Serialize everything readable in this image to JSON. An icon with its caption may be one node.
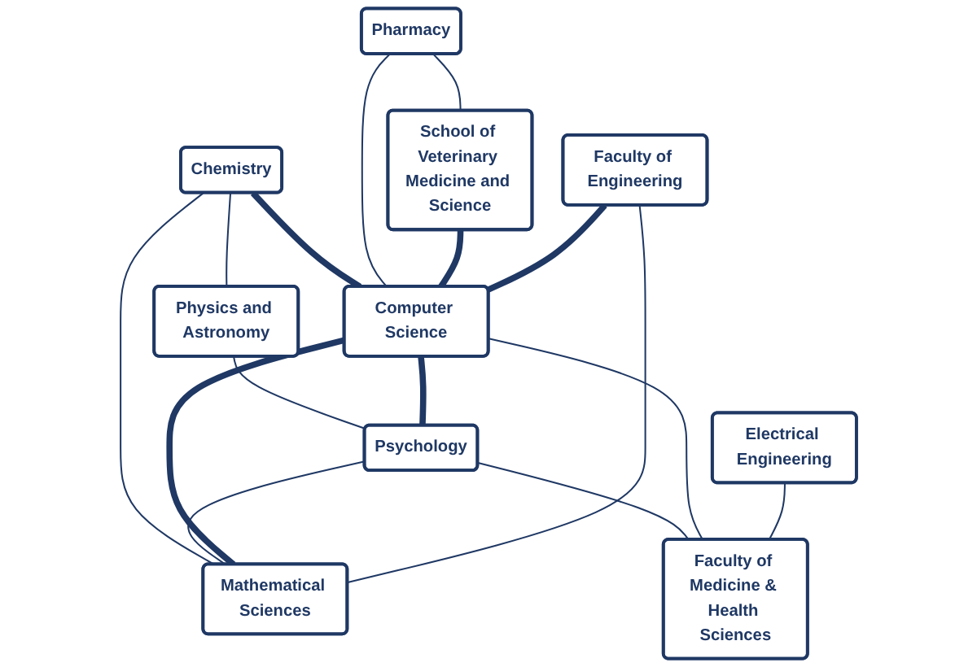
{
  "diagram": {
    "nodes": [
      {
        "text": [
          "Chemistry"
        ]
      },
      {
        "text": [
          "Pharmacy"
        ]
      },
      {
        "text": [
          "Physics and Astronomy"
        ]
      },
      {
        "text": [
          "School of Veterinary Medicine and Science"
        ]
      },
      {
        "text": [
          "Psychology"
        ]
      },
      {
        "text": [
          "Computer Science"
        ]
      },
      {
        "text": [
          "Faculty of Engineering"
        ]
      },
      {
        "text": [
          "Mathematical Sciences"
        ]
      },
      {
        "text": [
          "Electrical Engineering"
        ]
      },
      {
        "text": [
          "Faculty of Medicine & Health Sciences"
        ]
      }
    ],
    "edges": [
      {
        "from": 0,
        "to": 5,
        "arrow": "none",
        "style": "thick"
      },
      {
        "from": 0,
        "to": 2,
        "arrow": "none"
      },
      {
        "from": 0,
        "to": 7,
        "arrow": "none"
      },
      {
        "from": 1,
        "to": 3,
        "arrow": "none"
      },
      {
        "from": 1,
        "to": 5,
        "arrow": "none"
      },
      {
        "from": 2,
        "to": 4,
        "arrow": "none"
      },
      {
        "from": 3,
        "to": 5,
        "arrow": "none",
        "style": "thick"
      },
      {
        "from": 5,
        "to": 4,
        "arrow": "none",
        "style": "thick"
      },
      {
        "from": 4,
        "to": 7,
        "arrow": "none"
      },
      {
        "from": 4,
        "to": 9,
        "arrow": "none"
      },
      {
        "from": 6,
        "to": 5,
        "arrow": "none",
        "style": "thick"
      },
      {
        "from": 5,
        "to": 7,
        "arrow": "none",
        "style": "thick"
      },
      {
        "from": 5,
        "to": 9,
        "arrow": "none"
      },
      {
        "from": 6,
        "to": 7,
        "arrow": "none"
      },
      {
        "from": 8,
        "to": 9,
        "arrow": "none"
      }
    ]
  }
}
